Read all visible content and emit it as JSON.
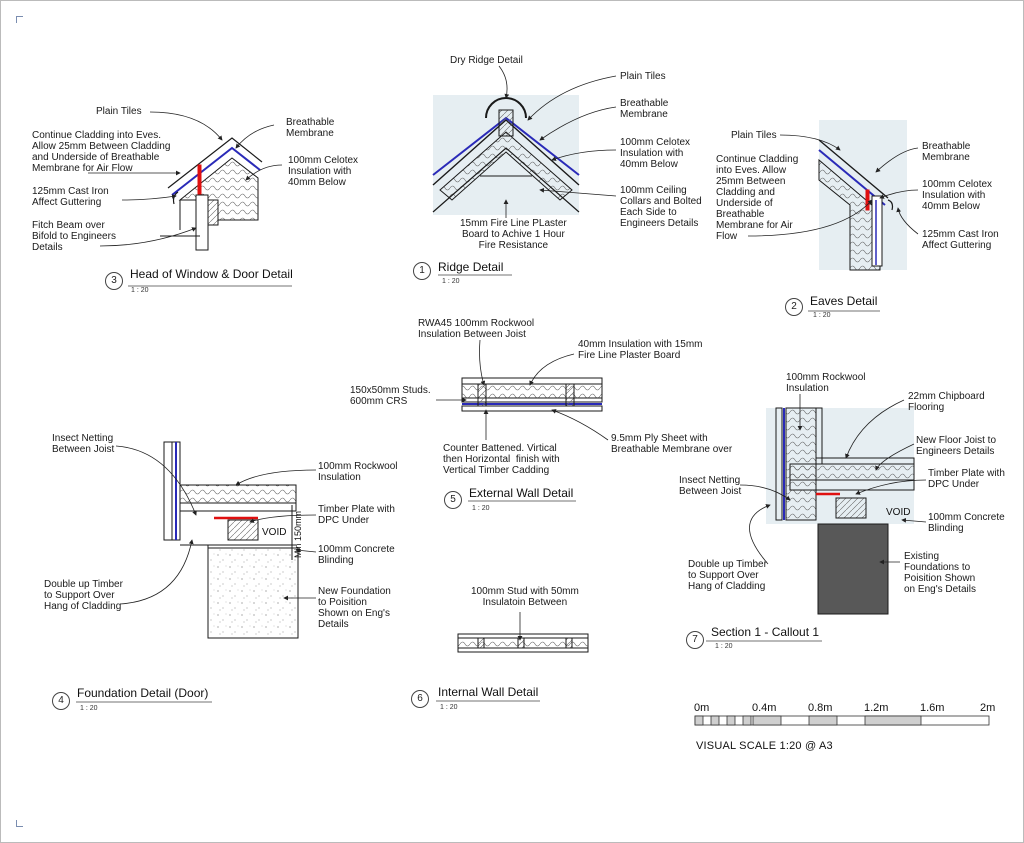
{
  "details": {
    "ridge": {
      "number": "1",
      "title": "Ridge Detail",
      "scale": "1 : 20",
      "labels": {
        "dry_ridge": "Dry Ridge Detail",
        "plain_tiles": "Plain Tiles",
        "membrane": "Breathable\nMembrane",
        "celotex": "100mm Celotex\nInsulation with\n40mm Below",
        "collars": "100mm Ceiling\nCollars and Bolted\nEach Side to\nEngineers Details",
        "fireline": "15mm Fire Line PLaster\nBoard to Achive 1 Hour\nFire Resistance"
      }
    },
    "eaves": {
      "number": "2",
      "title": "Eaves Detail",
      "scale": "1 : 20",
      "labels": {
        "plain_tiles": "Plain Tiles",
        "cladding": "Continue Cladding\ninto Eves. Allow\n25mm Between\nCladding and\nUnderside of\nBreathable\nMembrane for Air\nFlow",
        "membrane": "Breathable\nMembrane",
        "celotex": "100mm Celotex\nInsulation with\n40mm Below",
        "guttering": "125mm Cast Iron\nAffect Guttering"
      }
    },
    "window": {
      "number": "3",
      "title": "Head of Window & Door Detail",
      "scale": "1 : 20",
      "labels": {
        "plain_tiles": "Plain Tiles",
        "cladding": "Continue Cladding into Eves.\nAllow 25mm Between Cladding\nand Underside of Breathable\nMembrane for Air Flow",
        "membrane": "Breathable\nMembrane",
        "celotex": "100mm Celotex\nInsulation with\n40mm Below",
        "guttering": "125mm Cast Iron\nAffect Guttering",
        "fitch": "Fitch Beam over\nBifold to Engineers\nDetails"
      }
    },
    "foundation": {
      "number": "4",
      "title": "Foundation Detail (Door)",
      "scale": "1 : 20",
      "labels": {
        "netting": "Insect Netting\nBetween Joist",
        "rockwool": "100mm Rockwool\nInsulation",
        "timber_plate": "Timber Plate with\nDPC Under",
        "concrete": "100mm Concrete\nBlinding",
        "double_up": "Double up Timber\nto Support Over\nHang of Cladding",
        "new_foundation": "New Foundation\nto Poisition\nShown on Eng's\nDetails",
        "void": "VOID",
        "min": "Min 150mm"
      }
    },
    "external_wall": {
      "number": "5",
      "title": "External Wall Detail",
      "scale": "1 : 20",
      "labels": {
        "rwa45": "RWA45 100mm Rockwool\nInsulation Between Joist",
        "insulation": "40mm Insulation with 15mm\nFire Line Plaster Board",
        "studs": "150x50mm Studs.\n600mm CRS",
        "counter": "Counter Battened. Virtical\nthen Horizontal  finish with\nVertical Timber Cadding",
        "ply": "9.5mm Ply Sheet with\nBreathable Membrane over"
      }
    },
    "internal_wall": {
      "number": "6",
      "title": "Internal Wall Detail",
      "scale": "1 : 20",
      "labels": {
        "stud": "100mm Stud with 50mm\nInsulatoin Between"
      }
    },
    "section": {
      "number": "7",
      "title": "Section 1 - Callout 1",
      "scale": "1 : 20",
      "labels": {
        "rockwool": "100mm Rockwool\nInsulation",
        "chipboard": "22mm Chipboard\nFlooring",
        "joist": "New Floor Joist to\nEngineers Details",
        "timber_plate": "Timber Plate with\nDPC Under",
        "netting": "Insect Netting\nBetween Joist",
        "concrete": "100mm Concrete\nBlinding",
        "double_up": "Double up Timber\nto Support Over\nHang of Cladding",
        "existing": "Existing\nFoundations to\nPoisition Shown\non Eng's Details",
        "void": "VOID"
      }
    }
  },
  "visual_scale": {
    "ticks": [
      "0m",
      "0.4m",
      "0.8m",
      "1.2m",
      "1.6m",
      "2m"
    ],
    "caption": "VISUAL SCALE 1:20  @ A3"
  },
  "colors": {
    "membrane": "#2a2ab8",
    "dpc": "#e01010",
    "sky": "#e6eef2",
    "line": "#1a1a1a"
  }
}
